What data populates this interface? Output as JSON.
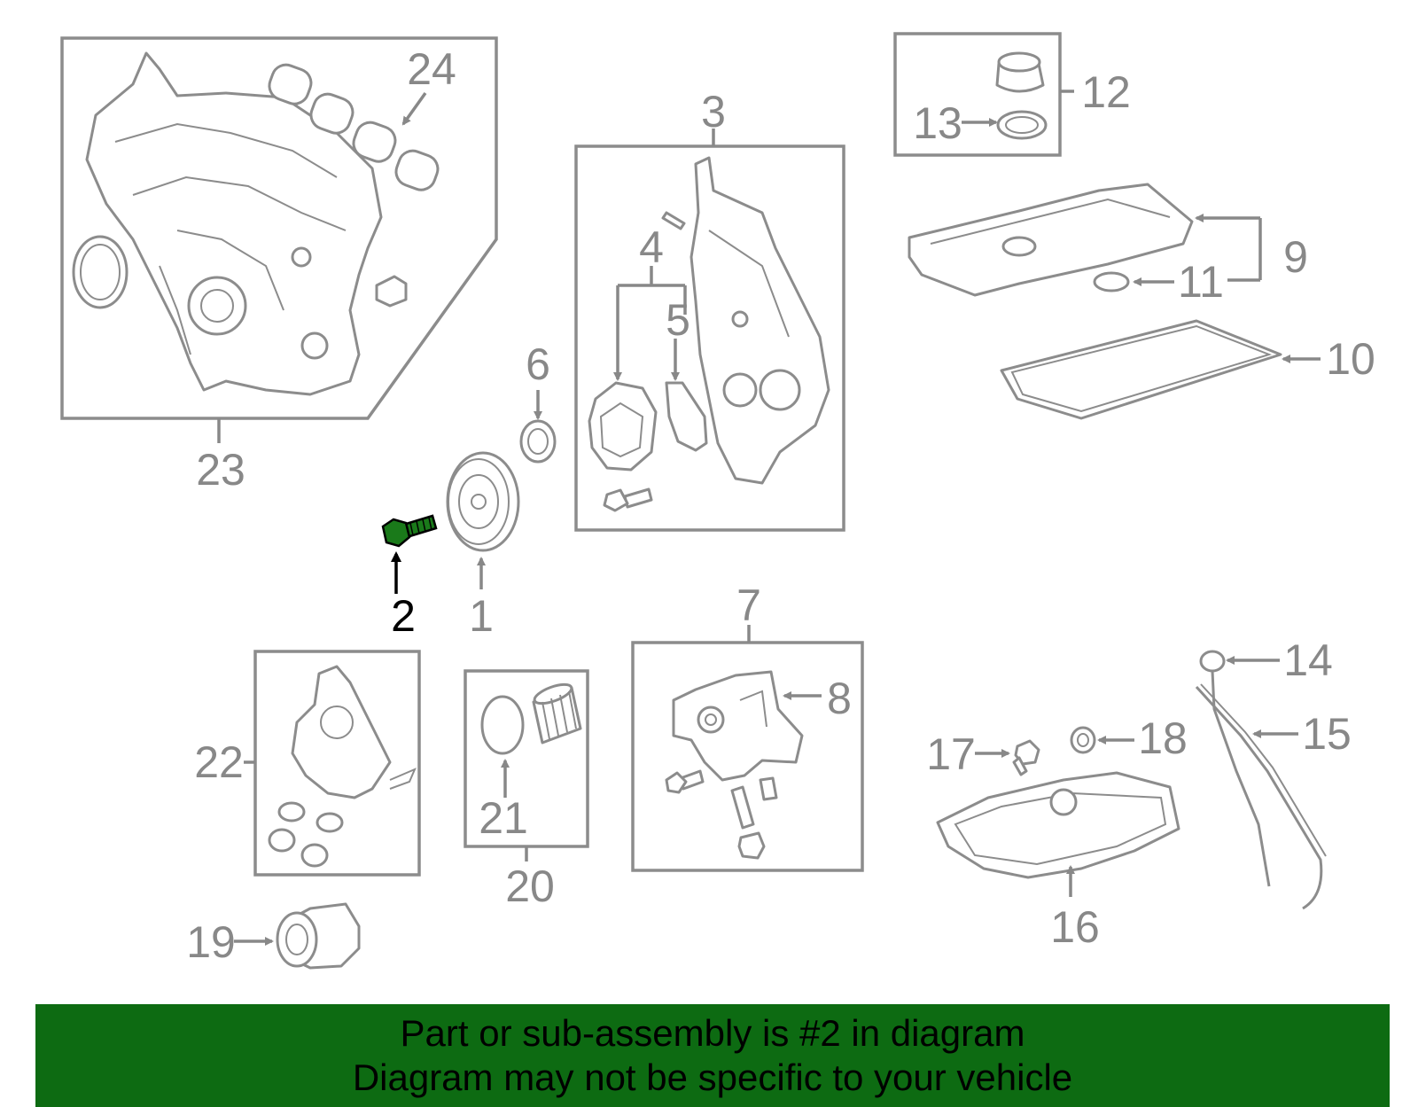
{
  "callouts": {
    "c1": "1",
    "c2": "2",
    "c3": "3",
    "c4": "4",
    "c5": "5",
    "c6": "6",
    "c7": "7",
    "c8": "8",
    "c9": "9",
    "c10": "10",
    "c11": "11",
    "c12": "12",
    "c13": "13",
    "c14": "14",
    "c15": "15",
    "c16": "16",
    "c17": "17",
    "c18": "18",
    "c19": "19",
    "c20": "20",
    "c21": "21",
    "c22": "22",
    "c23": "23",
    "c24": "24"
  },
  "highlight": {
    "part": "2",
    "color": "#1a7a1a"
  },
  "colors": {
    "banner": "#0d6b12",
    "line": "#888888",
    "highlight": "#1a7a1a"
  },
  "banner": {
    "line1": "Part or sub-assembly is #2 in diagram",
    "line2": "Diagram may not be specific to your vehicle"
  }
}
